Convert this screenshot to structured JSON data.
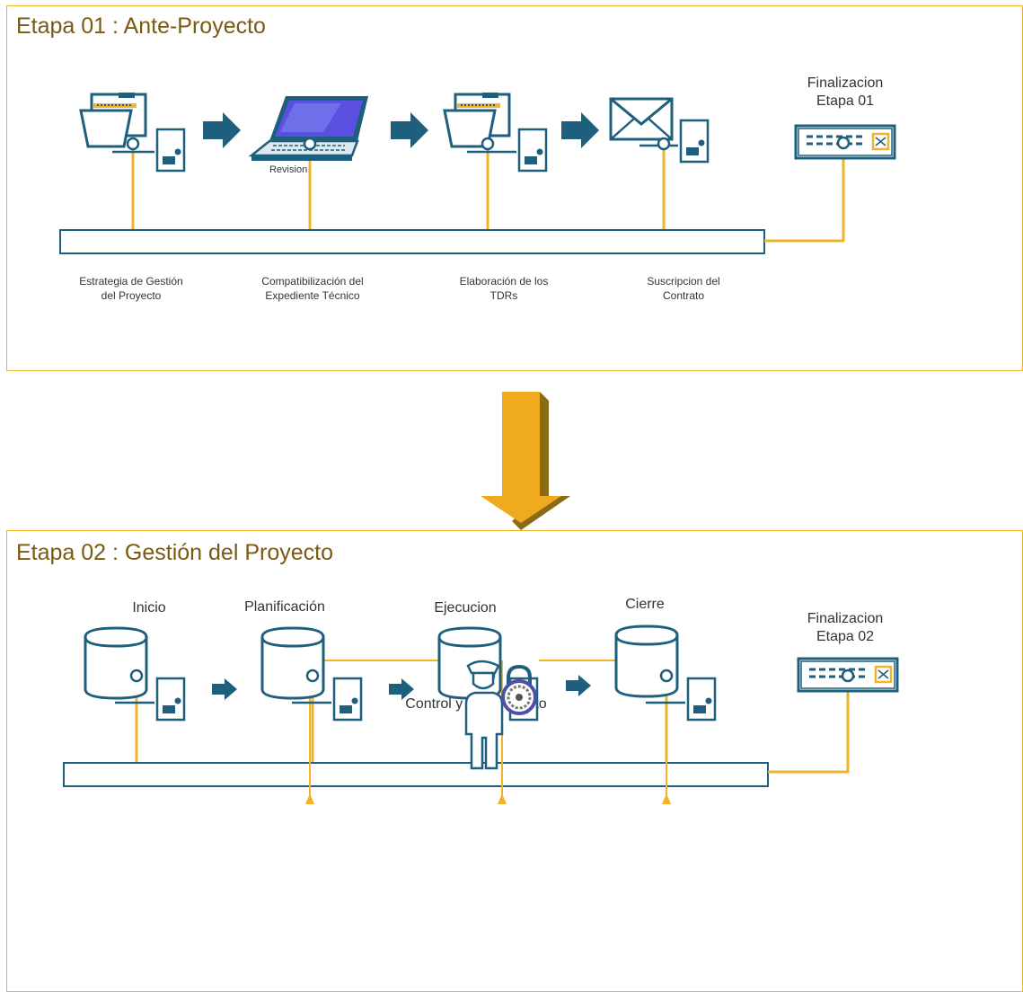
{
  "stage1": {
    "title": "Etapa 01 : Ante-Proyecto",
    "steps": [
      {
        "caption_line1": "Estrategia de Gestión",
        "caption_line2": "del Proyecto"
      },
      {
        "caption_line1": "Compatibilización del",
        "caption_line2": "Expediente Técnico",
        "device_label": "Revision"
      },
      {
        "caption_line1": "Elaboración de los",
        "caption_line2": "TDRs"
      },
      {
        "caption_line1": "Suscripcion del",
        "caption_line2": "Contrato"
      }
    ],
    "end_label_line1": "Finalizacion",
    "end_label_line2": "Etapa 01"
  },
  "stage2": {
    "title": "Etapa 02 : Gestión del Proyecto",
    "steps": [
      {
        "label": "Inicio"
      },
      {
        "label": "Planificación"
      },
      {
        "label": "Ejecucion"
      },
      {
        "label": "Cierre"
      }
    ],
    "end_label_line1": "Finalizacion",
    "end_label_line2": "Etapa 02",
    "control_label": "Control y Seguimiento"
  },
  "colors": {
    "border": "#f0b428",
    "title_text": "#7a5a12",
    "icon": "#1f5f7e",
    "connector": "#f0b428",
    "big_arrow": "#f0aa1e"
  }
}
